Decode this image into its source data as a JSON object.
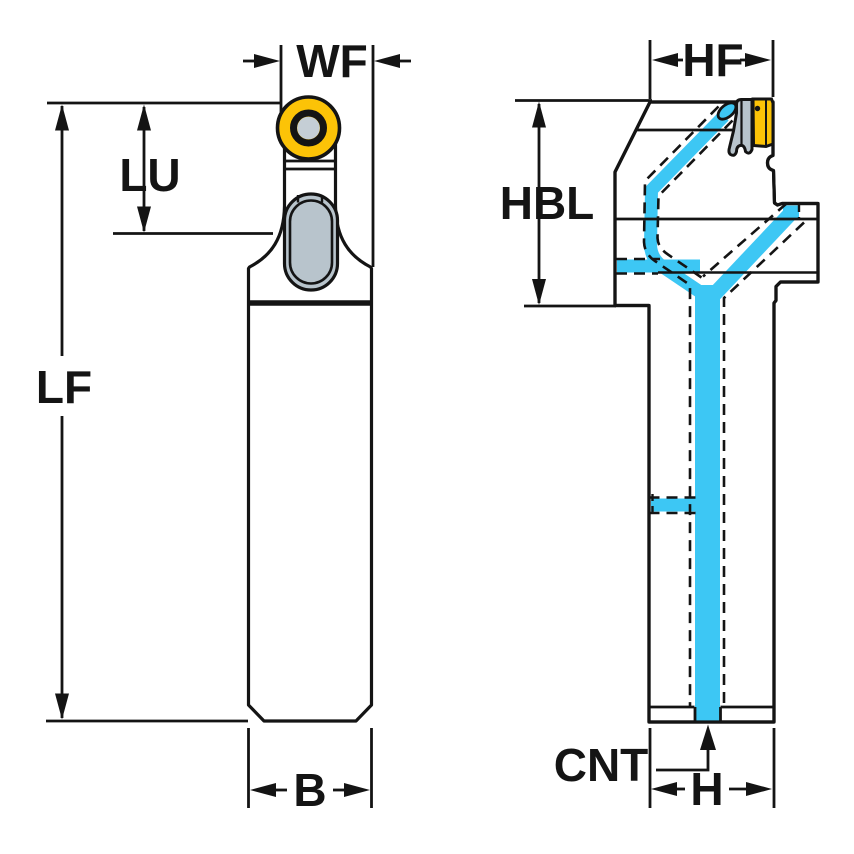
{
  "drawing": {
    "type": "tool-holder-dimension-drawing",
    "views": {
      "front": "front-view",
      "side": "side-view"
    }
  },
  "labels": {
    "wf": "WF",
    "lu": "LU",
    "lf": "LF",
    "b": "B",
    "hf": "HF",
    "hbl": "HBL",
    "cnt": "CNT",
    "h": "H"
  },
  "colors": {
    "body": "#b8c4cc",
    "insert": "#fcc307",
    "insert_center": "#c5ced5",
    "coolant": "#3dc7f4",
    "outline": "#141414",
    "background": "#ffffff"
  }
}
